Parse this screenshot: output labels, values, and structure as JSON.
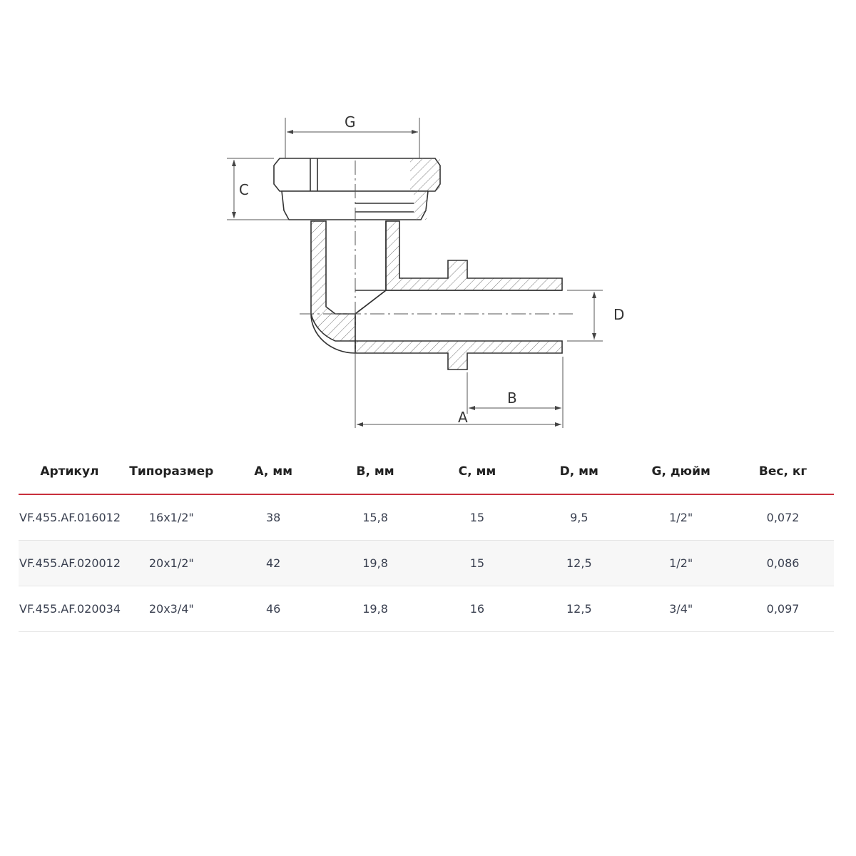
{
  "drawing": {
    "labels": {
      "G": "G",
      "C": "C",
      "D": "D",
      "B": "B",
      "A": "A"
    }
  },
  "table": {
    "headers": [
      "Артикул",
      "Типоразмер",
      "A, мм",
      "B, мм",
      "C, мм",
      "D, мм",
      "G, дюйм",
      "Вес, кг"
    ],
    "rows": [
      [
        "VF.455.AF.016012",
        "16x1/2\"",
        "38",
        "15,8",
        "15",
        "9,5",
        "1/2\"",
        "0,072"
      ],
      [
        "VF.455.AF.020012",
        "20x1/2\"",
        "42",
        "19,8",
        "15",
        "12,5",
        "1/2\"",
        "0,086"
      ],
      [
        "VF.455.AF.020034",
        "20x3/4\"",
        "46",
        "19,8",
        "16",
        "12,5",
        "3/4\"",
        "0,097"
      ]
    ]
  },
  "colors": {
    "accent": "#c8303c"
  }
}
